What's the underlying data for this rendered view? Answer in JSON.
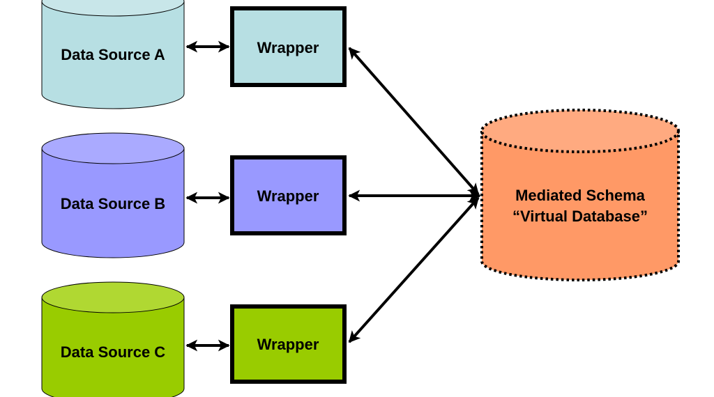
{
  "diagram": {
    "type": "data-integration-architecture",
    "colors": {
      "source_a_side": "#b7dfe3",
      "source_a_top": "#c8e6e9",
      "source_b_side": "#9999ff",
      "source_b_top": "#aaaaff",
      "source_c_side": "#99cc00",
      "source_c_top": "#b0d832",
      "mediated_side": "#ff9966",
      "mediated_top": "#ffaa80",
      "stroke": "#000000"
    },
    "sources": [
      {
        "label": "Data Source A",
        "wrapper_label": "Wrapper"
      },
      {
        "label": "Data Source B",
        "wrapper_label": "Wrapper"
      },
      {
        "label": "Data Source C",
        "wrapper_label": "Wrapper"
      }
    ],
    "mediated_schema": {
      "line1": "Mediated Schema",
      "line2": "“Virtual Database”"
    },
    "edges": [
      {
        "from": "Data Source A",
        "to": "Wrapper A",
        "direction": "bidirectional"
      },
      {
        "from": "Data Source B",
        "to": "Wrapper B",
        "direction": "bidirectional"
      },
      {
        "from": "Data Source C",
        "to": "Wrapper C",
        "direction": "bidirectional"
      },
      {
        "from": "Wrapper A",
        "to": "Mediated Schema",
        "direction": "bidirectional"
      },
      {
        "from": "Wrapper B",
        "to": "Mediated Schema",
        "direction": "bidirectional"
      },
      {
        "from": "Wrapper C",
        "to": "Mediated Schema",
        "direction": "bidirectional"
      }
    ]
  }
}
